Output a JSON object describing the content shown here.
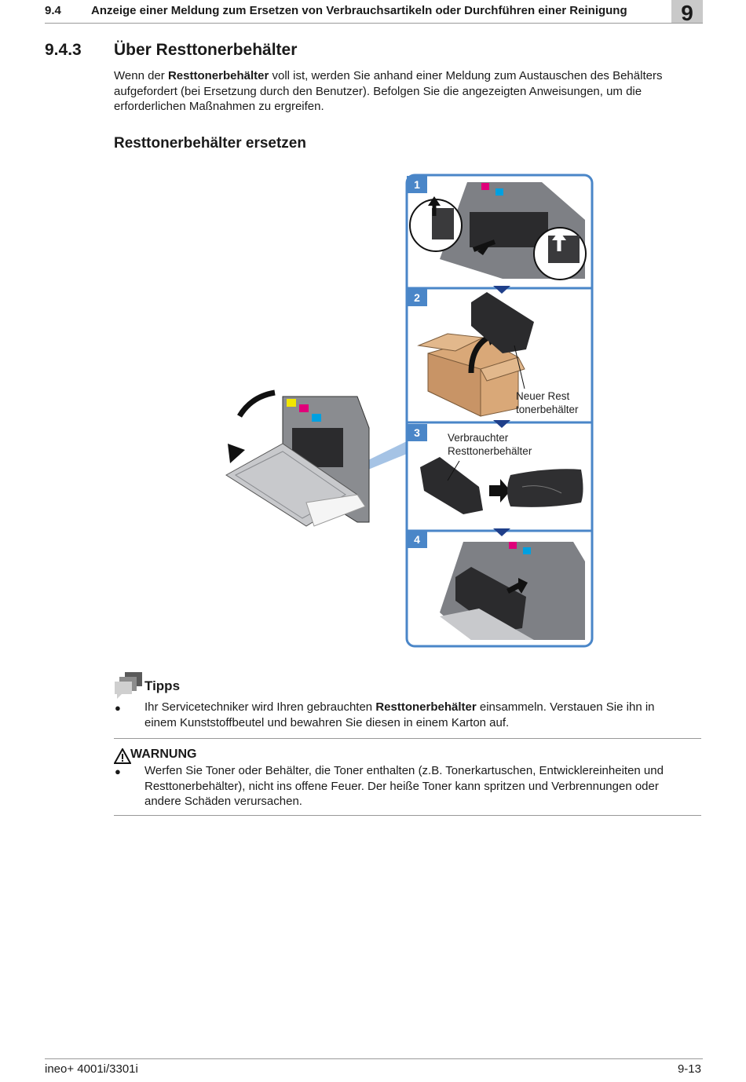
{
  "header": {
    "section_number": "9.4",
    "title": "Anzeige einer Meldung zum Ersetzen von Verbrauchsartikeln oder Durchführen einer Reinigung",
    "chapter": "9"
  },
  "section": {
    "number": "9.4.3",
    "title": "Über Resttonerbehälter",
    "intro_pre": "Wenn der ",
    "intro_bold": "Resttonerbehälter",
    "intro_line1_post": " voll ist, werden Sie anhand einer Meldung zum Austauschen des Behälters",
    "intro_line2": "aufgefordert (bei Ersetzung durch den Benutzer). Befolgen Sie die angezeigten Anweisungen, um die",
    "intro_line3": "erforderlichen Maßnahmen zu ergreifen."
  },
  "subsection": {
    "title": "Resttonerbehälter ersetzen"
  },
  "figure": {
    "steps": [
      "1",
      "2",
      "3",
      "4"
    ],
    "label_new_line1": "Neuer Rest",
    "label_new_line2": "tonerbehälter",
    "label_used_line1": "Verbrauchter",
    "label_used_line2": "Resttonerbehälter",
    "colors": {
      "frame": "#4a86c8",
      "arrow_marker": "#1f3f8a",
      "yellow": "#f2e600",
      "magenta": "#e0007a",
      "cyan": "#00a0e0",
      "box": "#d9a878"
    }
  },
  "tips": {
    "title": "Tipps",
    "bullet": "●",
    "pre": "Ihr Servicetechniker wird Ihren gebrauchten ",
    "bold": "Resttonerbehälter",
    "line1_post": " einsammeln. Verstauen Sie ihn in",
    "line2": "einem Kunststoffbeutel und bewahren Sie diesen in einem Karton auf."
  },
  "warning": {
    "title": "WARNUNG",
    "bullet": "●",
    "line1": "Werfen Sie Toner oder Behälter, die Toner enthalten (z.B. Tonerkartuschen, Entwicklereinheiten und",
    "line2": "Resttonerbehälter), nicht ins offene Feuer. Der heiße Toner kann spritzen und Verbrennungen oder",
    "line3": "andere Schäden verursachen."
  },
  "footer": {
    "model": "ineo+ 4001i/3301i",
    "page": "9-13"
  }
}
